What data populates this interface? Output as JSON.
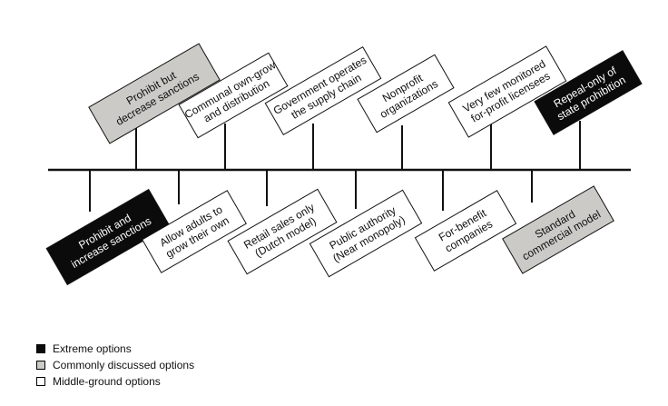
{
  "colors": {
    "extreme": "#0b0b0b",
    "common": "#cbcac6",
    "middle": "#ffffff",
    "line": "#111111"
  },
  "boxes": [
    {
      "id": "prohibit-decrease",
      "lines": [
        "Prohibit but",
        "decrease sanctions"
      ],
      "category": "common"
    },
    {
      "id": "communal-own-grow",
      "lines": [
        "Communal own-grow",
        "and distribution"
      ],
      "category": "middle"
    },
    {
      "id": "government-supply-chain",
      "lines": [
        "Government operates",
        "the  supply chain"
      ],
      "category": "middle"
    },
    {
      "id": "nonprofit-organizations",
      "lines": [
        "Nonprofit",
        "organizations"
      ],
      "category": "middle"
    },
    {
      "id": "for-profit-licensees",
      "lines": [
        "Very few monitored",
        "for-profit licensees"
      ],
      "category": "middle"
    },
    {
      "id": "repeal-state-prohibition",
      "lines": [
        "Repeal-only of",
        "state prohibition"
      ],
      "category": "extreme"
    },
    {
      "id": "prohibit-increase",
      "lines": [
        "Prohibit and",
        "increase sanctions"
      ],
      "category": "extreme"
    },
    {
      "id": "allow-adults-grow",
      "lines": [
        "Allow adults to",
        "grow their own"
      ],
      "category": "middle"
    },
    {
      "id": "retail-sales-only",
      "lines": [
        "Retail sales only",
        "(Dutch model)"
      ],
      "category": "middle"
    },
    {
      "id": "public-authority",
      "lines": [
        "Public authority",
        "(Near monopoly)"
      ],
      "category": "middle"
    },
    {
      "id": "for-benefit-companies",
      "lines": [
        "For-benefit",
        "companies"
      ],
      "category": "middle"
    },
    {
      "id": "standard-commercial-model",
      "lines": [
        "Standard",
        "commercial model"
      ],
      "category": "common"
    }
  ],
  "legend": [
    {
      "id": "extreme",
      "label": "Extreme options"
    },
    {
      "id": "common",
      "label": "Commonly discussed options"
    },
    {
      "id": "middle",
      "label": "Middle-ground options"
    }
  ]
}
